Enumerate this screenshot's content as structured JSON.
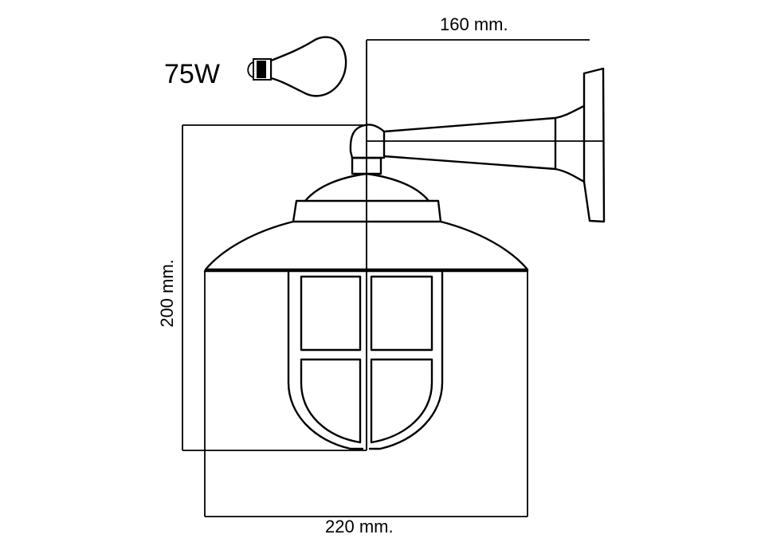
{
  "diagram": {
    "type": "technical drawing",
    "subject": "wall-mounted nautical lamp with caged glass globe",
    "bulb": {
      "label": "75W",
      "icon": "light-bulb-icon"
    },
    "dimensions": {
      "projection": "160 mm.",
      "height": "200 mm.",
      "width": "220 mm."
    },
    "colors": {
      "line": "#000000",
      "background": "#ffffff"
    }
  }
}
